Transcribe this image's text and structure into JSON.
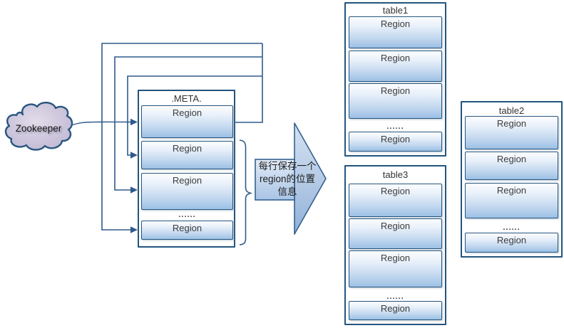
{
  "zookeeper": {
    "label": "Zookeeper"
  },
  "meta": {
    "title": ".META.",
    "regions": [
      "Region",
      "Region",
      "Region"
    ],
    "ellipsis": "......",
    "last_region": "Region"
  },
  "arrow": {
    "caption_lines": [
      "每行保存一个",
      "region的位置",
      "信息"
    ]
  },
  "tables": [
    {
      "title": "table1",
      "regions": [
        "Region",
        "Region",
        "Region"
      ],
      "ellipsis": "......",
      "last_region": "Region"
    },
    {
      "title": "table3",
      "regions": [
        "Region",
        "Region",
        "Region"
      ],
      "ellipsis": "......",
      "last_region": "Region"
    },
    {
      "title": "table2",
      "regions": [
        "Region",
        "Region",
        "Region"
      ],
      "ellipsis": "......",
      "last_region": "Region"
    }
  ],
  "colors": {
    "line": "#2e5a8c",
    "box_border": "#24547e",
    "region_gradient_top": "#fcfdff",
    "region_gradient_bottom": "#9cc0e5",
    "cloud_fill": "#cac4dc",
    "text": "#3c3c3c"
  }
}
